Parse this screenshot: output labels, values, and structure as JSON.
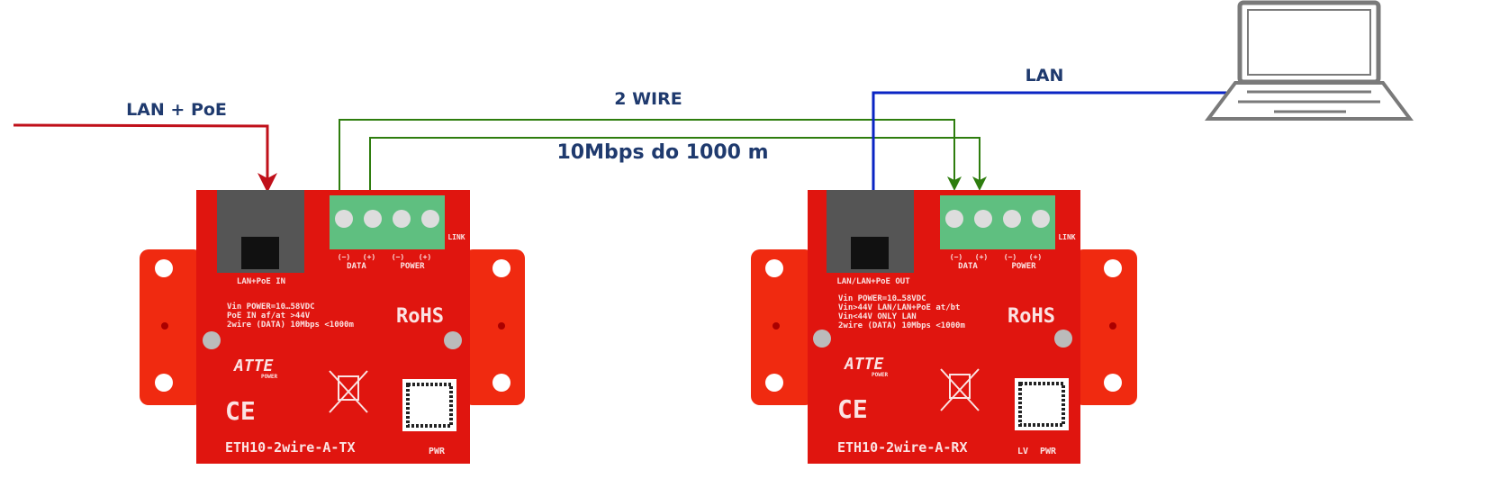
{
  "labels": {
    "lan_poe": "LAN + PoE",
    "two_wire": "2 WIRE",
    "speed": "10Mbps do 1000 m",
    "lan": "LAN"
  },
  "colors": {
    "poe_line": "#c0101a",
    "wire_line": "#2e7d0e",
    "lan_line": "#0a24c4",
    "label": "#1f3a6e",
    "board": "#e0150f"
  },
  "tx_board": {
    "port_label": "LAN+PoE IN",
    "terminal_labels": [
      "(−)",
      "(+)",
      "(−)",
      "(+)"
    ],
    "data_label": "DATA",
    "power_label": "POWER",
    "link_label": "LINK",
    "specs": [
      "Vin POWER=10…58VDC",
      "PoE IN af/at >44V",
      "2wire (DATA) 10Mbps <1000m"
    ],
    "rohs": "RoHS",
    "brand": "ATTE",
    "brand_sub": "POWER",
    "ce": "CE",
    "model": "ETH10-2wire-A-TX",
    "leds": [
      "PWR"
    ]
  },
  "rx_board": {
    "port_label": "LAN/LAN+PoE OUT",
    "terminal_labels": [
      "(−)",
      "(+)",
      "(−)",
      "(+)"
    ],
    "data_label": "DATA",
    "power_label": "POWER",
    "link_label": "LINK",
    "specs": [
      "Vin POWER=10…58VDC",
      "Vin>44V LAN/LAN+PoE at/bt",
      "Vin<44V ONLY LAN",
      "2wire (DATA) 10Mbps <1000m"
    ],
    "rohs": "RoHS",
    "brand": "ATTE",
    "brand_sub": "POWER",
    "ce": "CE",
    "model": "ETH10-2wire-A-RX",
    "leds": [
      "LV",
      "PWR"
    ]
  }
}
